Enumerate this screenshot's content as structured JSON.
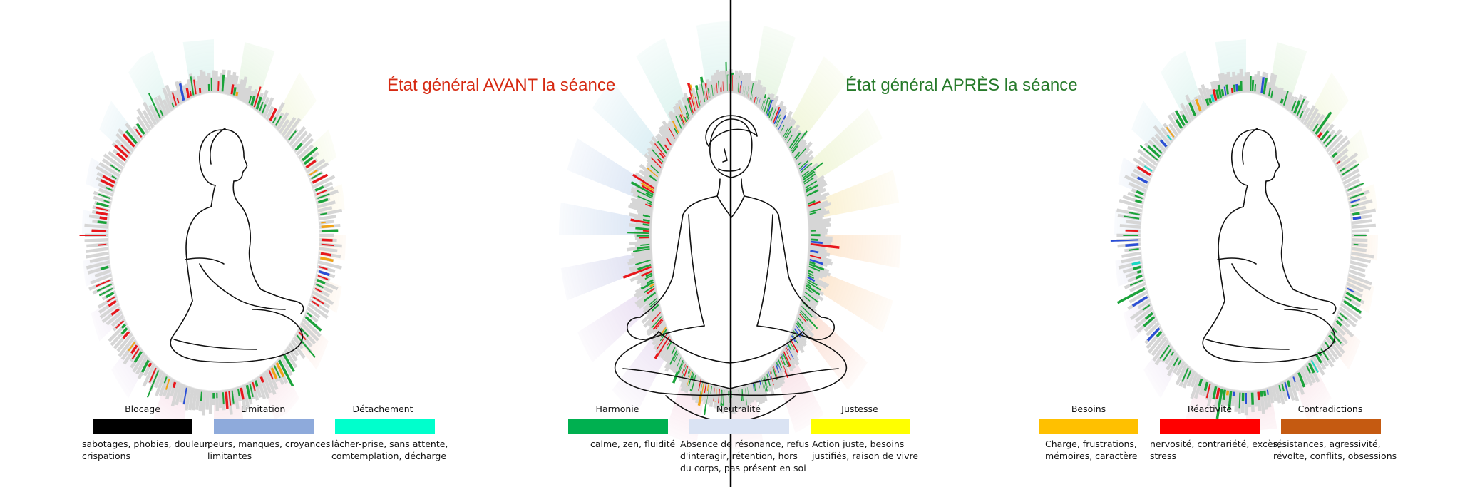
{
  "titles": {
    "before": "État général AVANT la séance",
    "after": "État général APRÈS la séance"
  },
  "colors": {
    "before_title": "#d62a12",
    "after_title": "#267a2a",
    "bar_red": "#e8161b",
    "bar_green": "#1aa33a",
    "bar_blue": "#2b4fd6",
    "bar_orange": "#f2a315",
    "bar_cyan": "#19d9c4",
    "aura_gray": "#d6d6d6",
    "divider": "#000000"
  },
  "legend": [
    {
      "name": "Blocage",
      "color": "#000000",
      "desc": [
        "sabotages, phobies, douleur,",
        "crispations"
      ]
    },
    {
      "name": "Limitation",
      "color": "#8eaadb",
      "desc": [
        "peurs, manques, croyances",
        "limitantes"
      ]
    },
    {
      "name": "Détachement",
      "color": "#00ffcc",
      "desc": [
        "lâcher-prise, sans attente,",
        "comtemplation, décharge"
      ]
    },
    {
      "name": "Harmonie",
      "color": "#00b050",
      "desc": [
        "calme, zen, fluidité"
      ]
    },
    {
      "name": "Neutralité",
      "color": "#dae3f3",
      "desc": [
        "Absence de résonance, refus",
        "d'interagir, rétention, hors",
        "du corps, pas présent en soi"
      ]
    },
    {
      "name": "Justesse",
      "color": "#ffff00",
      "desc": [
        "Action juste, besoins",
        "justifiés, raison de vivre"
      ]
    },
    {
      "name": "Besoins",
      "color": "#ffc000",
      "desc": [
        "Charge, frustrations,",
        "mémoires, caractère"
      ]
    },
    {
      "name": "Réactivité",
      "color": "#ff0000",
      "desc": [
        "nervosité, contrariété, excès,",
        "stress"
      ]
    },
    {
      "name": "Contradictions",
      "color": "#c55a11",
      "desc": [
        "résistances, agressivité,",
        "révolte, conflits, obsessions"
      ]
    }
  ]
}
